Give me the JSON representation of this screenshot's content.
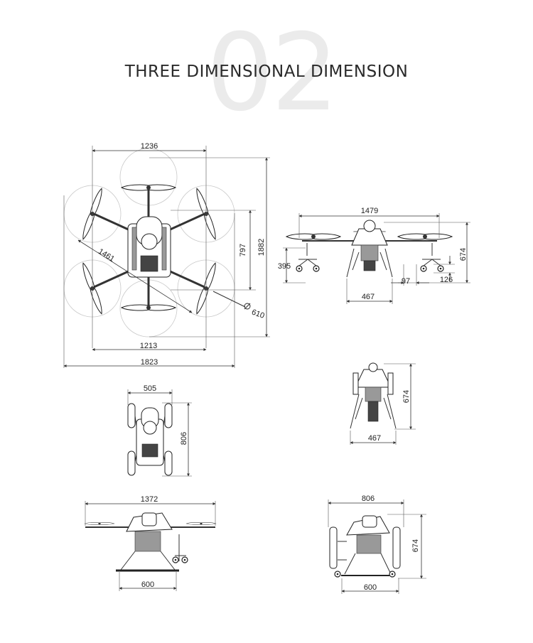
{
  "header": {
    "section_number": "02",
    "title": "THREE DIMENSIONAL DIMENSION"
  },
  "top_view": {
    "rotor_span": "1236",
    "body_height": "797",
    "total_height": "1882",
    "diagonal": "1461",
    "rotor_diameter": "610",
    "inner_width": "1213",
    "total_width": "1823"
  },
  "front_view": {
    "span": "1479",
    "height": "674",
    "ground_clearance": "395",
    "leg_width": "467",
    "wheel_a": "97",
    "wheel_b": "126"
  },
  "folded_top": {
    "width": "505",
    "height": "806"
  },
  "folded_front": {
    "height": "674",
    "leg_width": "467"
  },
  "side_view": {
    "span": "1372",
    "skid_width": "600"
  },
  "folded_side": {
    "width": "806",
    "height": "674",
    "skid_width": "600"
  }
}
